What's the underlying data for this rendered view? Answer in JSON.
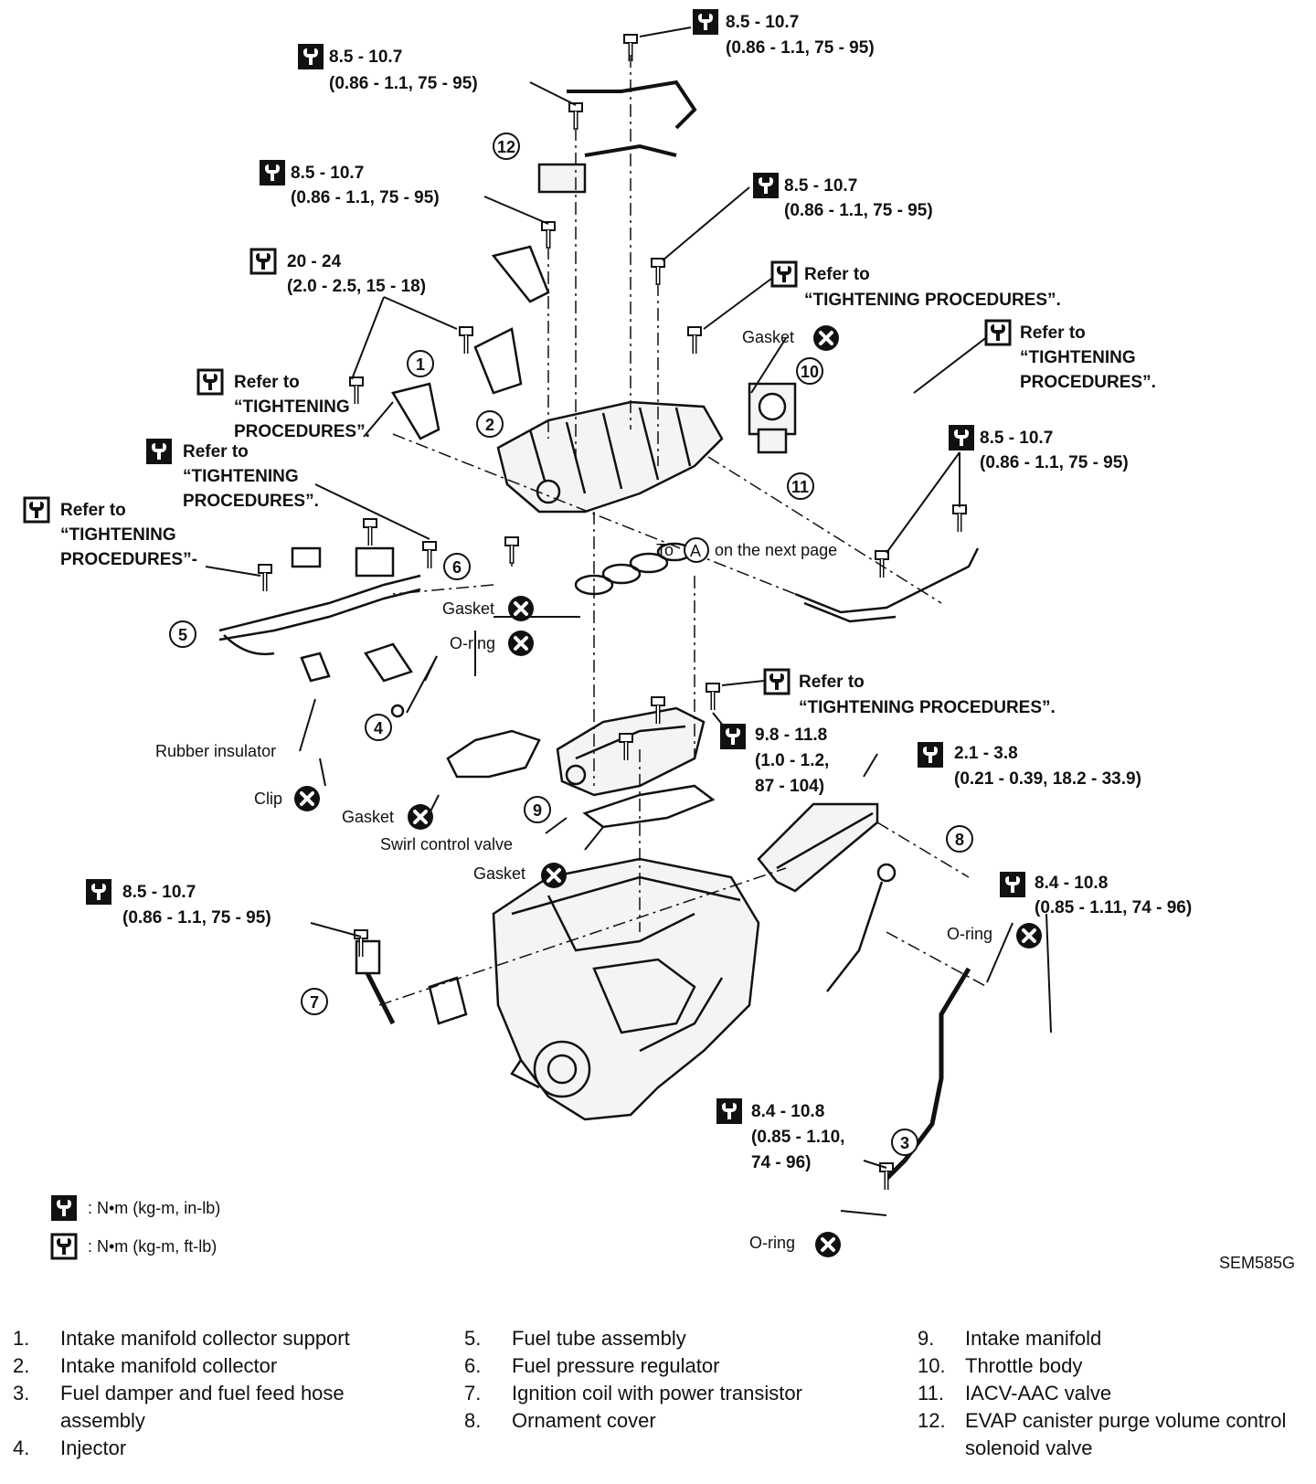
{
  "torque_specs": {
    "t1_value": "8.5 - 10.7",
    "t1_sub": "(0.86 - 1.1, 75 - 95)",
    "t2_value": "8.5 - 10.7",
    "t2_sub": "(0.86 - 1.1, 75 - 95)",
    "t3_value": "8.5 - 10.7",
    "t3_sub": "(0.86 - 1.1, 75 - 95)",
    "t4_value": "8.5 - 10.7",
    "t4_sub": "(0.86 - 1.1, 75 - 95)",
    "t5_value": "20 - 24",
    "t5_sub": "(2.0 - 2.5, 15 - 18)",
    "t6_value": "8.5 - 10.7",
    "t6_sub": "(0.86 - 1.1, 75 - 95)",
    "t7_value": "9.8 - 11.8",
    "t7_sub1": "(1.0 - 1.2,",
    "t7_sub2": "87 - 104)",
    "t8_value": "2.1 - 3.8",
    "t8_sub": "(0.21 - 0.39, 18.2 - 33.9)",
    "t9_value": "8.4 - 10.8",
    "t9_sub": "(0.85 - 1.11, 74 - 96)",
    "t10_value": "8.5 - 10.7",
    "t10_sub": "(0.86 - 1.1, 75 - 95)",
    "t11_value": "8.4 - 10.8",
    "t11_sub1": "(0.85 - 1.10,",
    "t11_sub2": "74 - 96)"
  },
  "refer_notes": {
    "line1": "Refer to",
    "line2": "“TIGHTENING",
    "line3": "PROCEDURES”.",
    "line_full": "“TIGHTENING PROCEDURES”.",
    "line3_dash": "PROCEDURES”-"
  },
  "labels": {
    "gasket": "Gasket",
    "o_ring": "O-ring",
    "rubber_insulator": "Rubber insulator",
    "clip": "Clip",
    "swirl_control_valve": "Swirl control valve",
    "to_next_page_prefix": "To",
    "to_next_page_marker": "A",
    "to_next_page_suffix": "on the next page"
  },
  "callouts": [
    "1",
    "2",
    "3",
    "4",
    "5",
    "6",
    "7",
    "8",
    "9",
    "10",
    "11",
    "12"
  ],
  "units_legend": {
    "in_lb": ": N•m (kg-m, in-lb)",
    "ft_lb": ": N•m (kg-m, ft-lb)"
  },
  "figure_code": "SEM585G",
  "parts": [
    {
      "num": "1.",
      "name": "Intake manifold collector support"
    },
    {
      "num": "2.",
      "name": "Intake manifold collector"
    },
    {
      "num": "3.",
      "name": "Fuel damper and fuel feed hose assembly"
    },
    {
      "num": "4.",
      "name": "Injector"
    },
    {
      "num": "5.",
      "name": "Fuel tube assembly"
    },
    {
      "num": "6.",
      "name": "Fuel pressure regulator"
    },
    {
      "num": "7.",
      "name": "Ignition coil with power transistor"
    },
    {
      "num": "8.",
      "name": "Ornament cover"
    },
    {
      "num": "9.",
      "name": "Intake manifold"
    },
    {
      "num": "10.",
      "name": "Throttle body"
    },
    {
      "num": "11.",
      "name": "IACV-AAC valve"
    },
    {
      "num": "12.",
      "name": "EVAP canister purge volume control solenoid valve"
    }
  ]
}
